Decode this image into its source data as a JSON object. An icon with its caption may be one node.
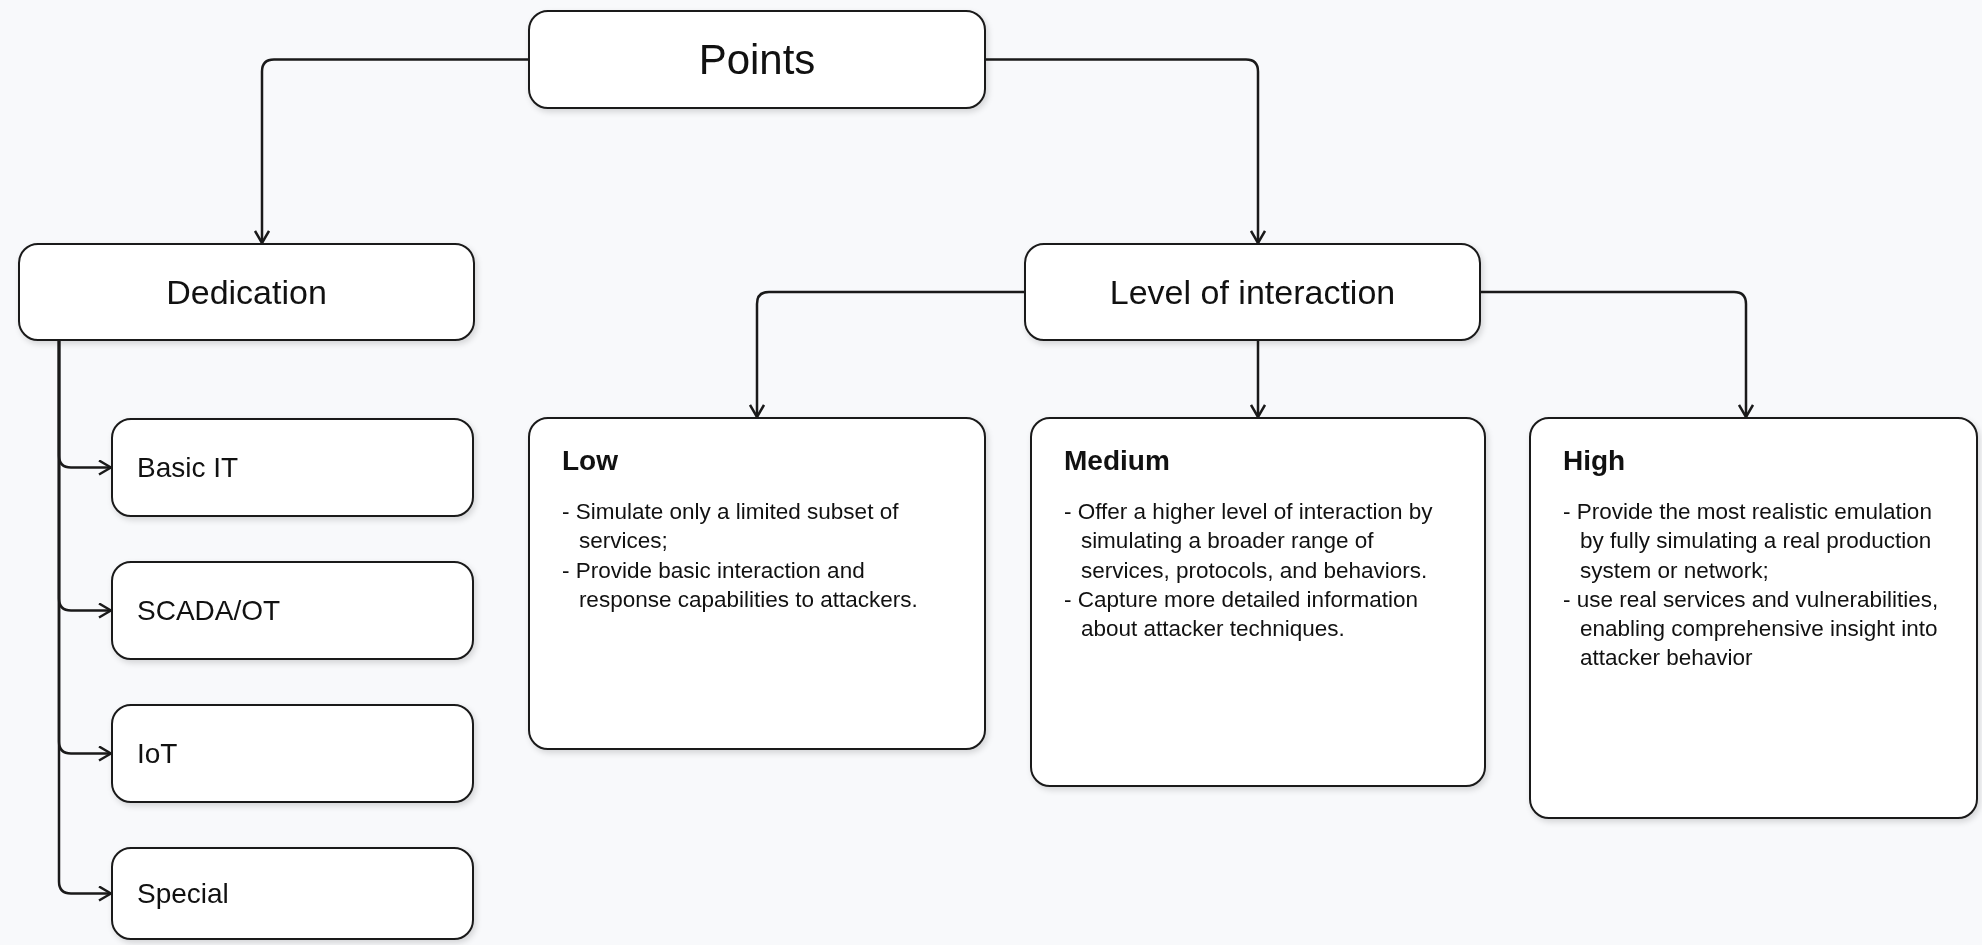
{
  "diagram": {
    "nodes": [
      {
        "text": [
          "Points"
        ]
      },
      {
        "text": [
          "Dedication"
        ]
      },
      {
        "text": [
          "Level of interaction"
        ]
      },
      {
        "text": [
          "Basic IT"
        ]
      },
      {
        "text": [
          "SCADA/OT"
        ]
      },
      {
        "text": [
          "IoT"
        ]
      },
      {
        "text": [
          "Special"
        ]
      },
      {
        "text": [
          "Low",
          "- Simulate only a limited subset of services;",
          "- Provide basic interaction and response capabilities to attackers."
        ]
      },
      {
        "text": [
          "Medium",
          "- Offer a higher level of interaction by simulating a broader range of services, protocols, and behaviors.",
          "- Capture more detailed information about attacker techniques."
        ]
      },
      {
        "text": [
          "High",
          "- Provide the most realistic emulation by fully simulating a real production system or network;",
          "- use real services and vulnerabilities, enabling comprehensive insight into attacker behavior"
        ]
      }
    ],
    "edges": [
      {
        "from": 0,
        "to": 1,
        "arrow": "to"
      },
      {
        "from": 0,
        "to": 2,
        "arrow": "to"
      },
      {
        "from": 1,
        "to": 3,
        "arrow": "to"
      },
      {
        "from": 1,
        "to": 4,
        "arrow": "to"
      },
      {
        "from": 1,
        "to": 5,
        "arrow": "to"
      },
      {
        "from": 1,
        "to": 6,
        "arrow": "to"
      },
      {
        "from": 2,
        "to": 7,
        "arrow": "to"
      },
      {
        "from": 2,
        "to": 8,
        "arrow": "to"
      },
      {
        "from": 2,
        "to": 9,
        "arrow": "to"
      }
    ]
  }
}
